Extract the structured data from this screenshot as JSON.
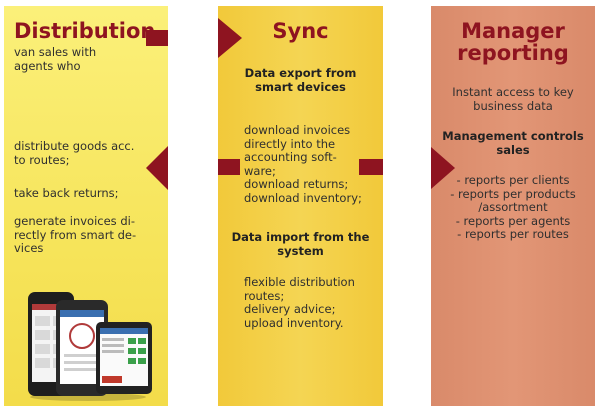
{
  "colors": {
    "accent": "#8e1420",
    "panel_yellow": "#f6e45a",
    "panel_gold": "#f2c93a",
    "panel_salmon": "#df9272"
  },
  "distribution": {
    "title": "Distribution",
    "intro": [
      "van sales with",
      "agents who"
    ],
    "line1": [
      "distribute goods acc.",
      "to routes;"
    ],
    "line2": [
      "take back returns;"
    ],
    "line3": [
      "generate invoices di-",
      "rectly from smart de-",
      "vices"
    ]
  },
  "sync": {
    "title": "Sync",
    "export_heading": [
      "Data export from",
      "smart devices"
    ],
    "export_items": [
      "download invoices",
      "directly into the",
      "accounting soft-",
      "ware;",
      "download returns;",
      "download inventory;"
    ],
    "import_heading": [
      "Data import from the",
      "system"
    ],
    "import_items": [
      "flexible distribution",
      "routes;",
      "delivery advice;",
      "upload inventory."
    ]
  },
  "manager": {
    "title": [
      "Manager",
      "reporting"
    ],
    "access": [
      "Instant access to key",
      "business data"
    ],
    "controls_heading": [
      "Management controls",
      "sales"
    ],
    "reports": [
      "- reports per clients",
      "- reports per products",
      "/assortment",
      "- reports per agents",
      "- reports per routes"
    ]
  }
}
